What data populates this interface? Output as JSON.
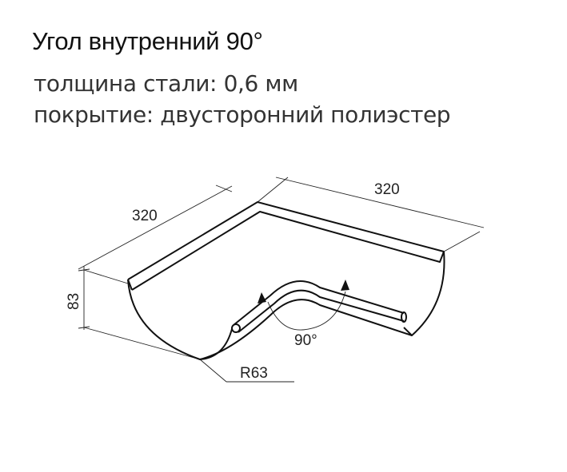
{
  "title": "Угол внутренний 90°",
  "specs": {
    "thickness": "толщина стали: 0,6 мм",
    "coating": "покрытие: двусторонний полиэстер"
  },
  "dimensions": {
    "left_length": "320",
    "right_length": "320",
    "height": "83",
    "angle": "90°",
    "radius": "R63"
  }
}
